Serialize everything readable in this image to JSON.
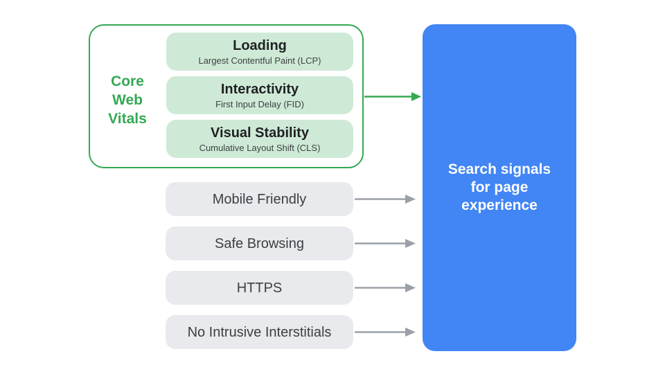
{
  "colors": {
    "green": "#34A853",
    "green_pill_bg": "#CEEAD6",
    "gray_pill_bg": "#E8EAED",
    "gray_arrow": "#9AA0A6",
    "blue_box_bg": "#4285F4",
    "title_text": "#202124",
    "subtitle_text": "#3C4043",
    "result_text": "#FFFFFF",
    "background": "#FFFFFF"
  },
  "core_web_vitals": {
    "label": "Core Web Vitals",
    "label_lines": [
      "Core",
      "Web",
      "Vitals"
    ],
    "items": [
      {
        "title": "Loading",
        "subtitle": "Largest Contentful Paint (LCP)"
      },
      {
        "title": "Interactivity",
        "subtitle": "First Input Delay (FID)"
      },
      {
        "title": "Visual Stability",
        "subtitle": "Cumulative Layout Shift (CLS)"
      }
    ]
  },
  "other_signals": [
    "Mobile Friendly",
    "Safe Browsing",
    "HTTPS",
    "No Intrusive Interstitials"
  ],
  "result": {
    "label": "Search signals for page experience",
    "label_lines": [
      "Search signals",
      "for page",
      "experience"
    ]
  }
}
